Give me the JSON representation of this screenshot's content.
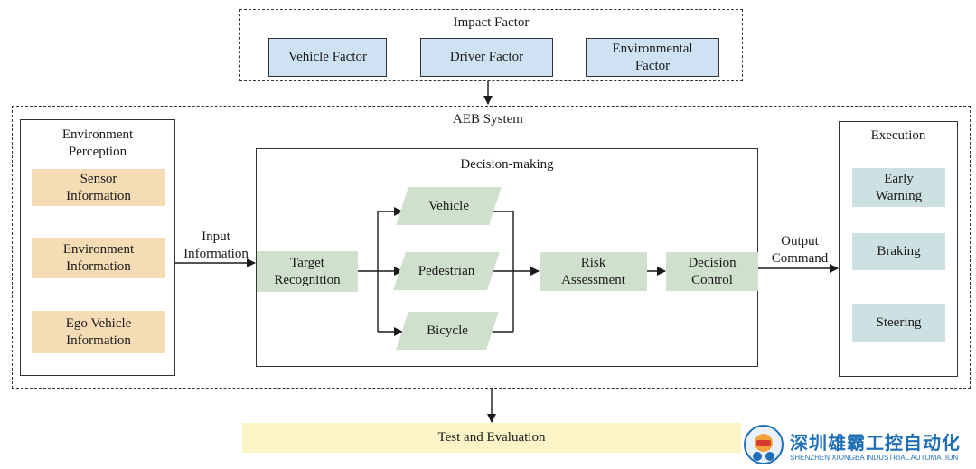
{
  "impact": {
    "title": "Impact Factor",
    "vehicle": "Vehicle Factor",
    "driver": "Driver Factor",
    "environmental": "Environmental\nFactor"
  },
  "aeb": {
    "title": "AEB System",
    "perception": {
      "title": "Environment\nPerception",
      "sensor": "Sensor\nInformation",
      "environment": "Environment\nInformation",
      "ego": "Ego Vehicle\nInformation"
    },
    "input_label": "Input\nInformation",
    "decision": {
      "title": "Decision-making",
      "target": "Target\nRecognition",
      "vehicle": "Vehicle",
      "pedestrian": "Pedestrian",
      "bicycle": "Bicycle",
      "risk": "Risk\nAssessment",
      "control": "Decision\nControl"
    },
    "output_label": "Output\nCommand",
    "execution": {
      "title": "Execution",
      "warning": "Early\nWarning",
      "braking": "Braking",
      "steering": "Steering"
    }
  },
  "test": "Test and Evaluation",
  "logo": {
    "cn": "深圳雄霸工控自动化",
    "en": "SHENZHEN XIONGBA INDUSTRIAL AUTOMATION"
  }
}
